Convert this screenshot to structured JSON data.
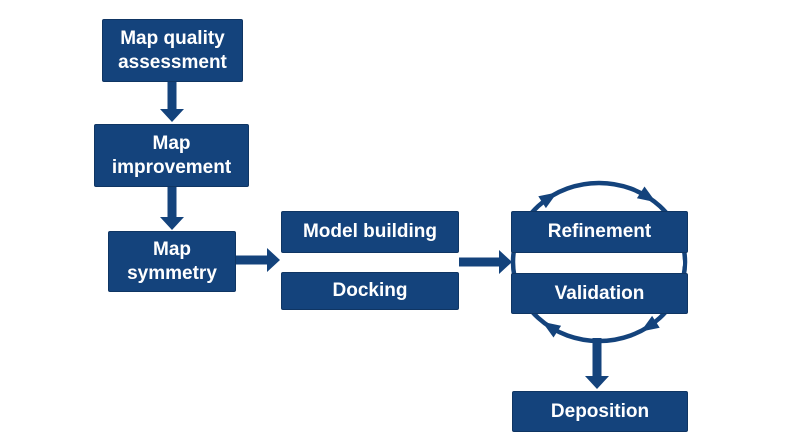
{
  "diagram": {
    "type": "flowchart",
    "nodes": [
      {
        "id": "map-quality-assessment",
        "label": "Map quality assessment"
      },
      {
        "id": "map-improvement",
        "label": "Map improvement"
      },
      {
        "id": "map-symmetry",
        "label": "Map symmetry"
      },
      {
        "id": "model-building",
        "label": "Model building"
      },
      {
        "id": "docking",
        "label": "Docking"
      },
      {
        "id": "refinement",
        "label": "Refinement"
      },
      {
        "id": "validation",
        "label": "Validation"
      },
      {
        "id": "deposition",
        "label": "Deposition"
      }
    ],
    "edges": [
      {
        "from": "map-quality-assessment",
        "to": "map-improvement",
        "type": "arrow-down"
      },
      {
        "from": "map-improvement",
        "to": "map-symmetry",
        "type": "arrow-down"
      },
      {
        "from": "map-symmetry",
        "to": "model-building/docking",
        "type": "arrow-right"
      },
      {
        "from": "model-building/docking",
        "to": "refinement/validation",
        "type": "arrow-right"
      },
      {
        "from": "refinement/validation",
        "to": "deposition",
        "type": "arrow-down"
      },
      {
        "between": [
          "refinement",
          "validation"
        ],
        "type": "clockwise-cycle"
      }
    ],
    "colors": {
      "node_fill": "#14437C",
      "node_border": "#0F3563",
      "node_text": "#FFFFFF",
      "arrow": "#14437C",
      "background": "#FFFFFF"
    }
  }
}
